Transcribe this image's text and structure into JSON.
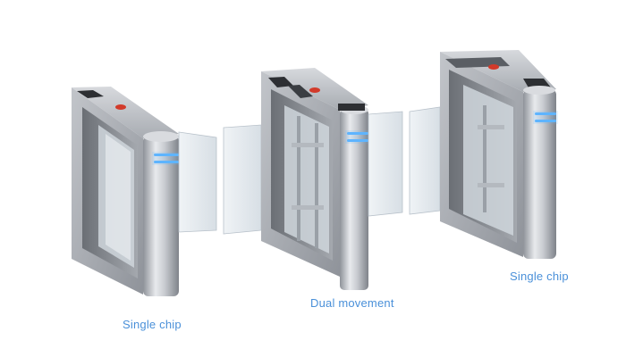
{
  "captions": {
    "left": "Single chip",
    "middle": "Dual movement",
    "right": "Single chip"
  },
  "colors": {
    "caption": "#4a90d9",
    "steel_light": "#e4e6e9",
    "steel_dark": "#8e9299",
    "glass": "#dde4ea",
    "indicator_led": "#5fb4ff",
    "sensor_red": "#d23a2a"
  }
}
